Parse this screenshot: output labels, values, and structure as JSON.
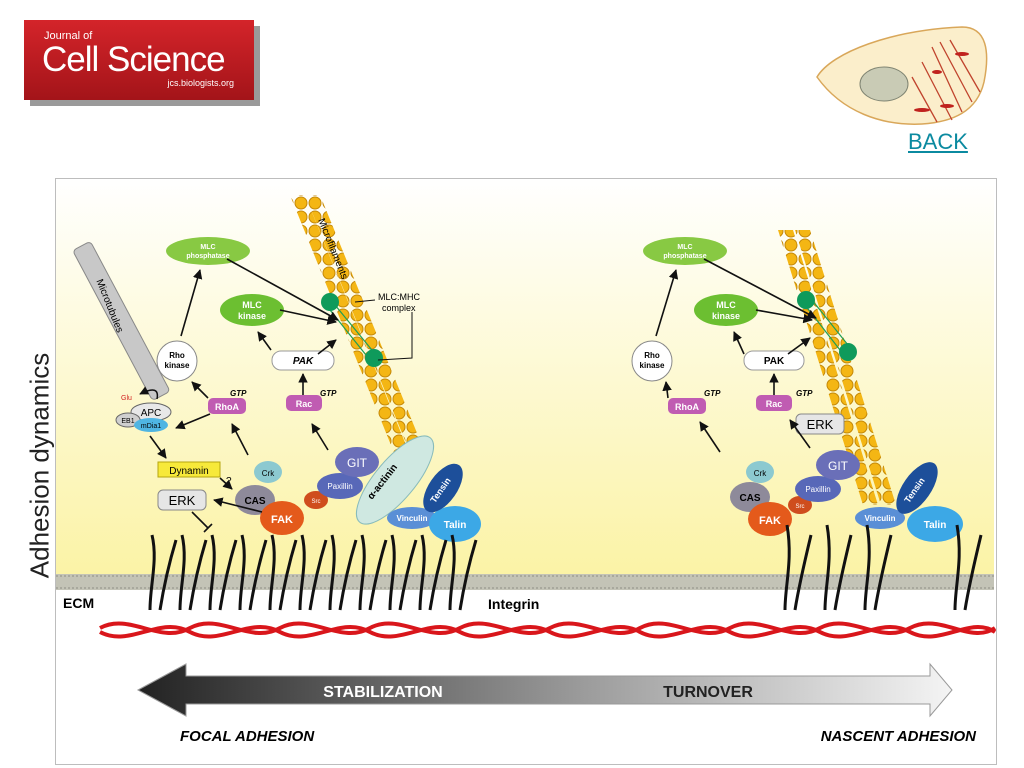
{
  "header": {
    "logo": {
      "journal_of": "Journal of",
      "name": "Cell Science",
      "url": "jcs.biologists.org"
    },
    "back_link": "BACK"
  },
  "diagram": {
    "y_axis_label": "Adhesion dynamics",
    "labels": {
      "microtubules": "Microtubules",
      "microfilaments": "Microfilaments",
      "mlc_mhc_1": "MLC:MHC",
      "mlc_mhc_2": "complex",
      "ecm": "ECM",
      "integrin": "Integrin",
      "glu": "Glu",
      "apc": "APC",
      "eb1": "EB1",
      "mdia1": "mDia1",
      "question": "?",
      "gtp": "GTP"
    },
    "left": {
      "mlc_phosphatase_1": "MLC",
      "mlc_phosphatase_2": "phosphatase",
      "mlc_kinase_1": "MLC",
      "mlc_kinase_2": "kinase",
      "rho_kinase_1": "Rho",
      "rho_kinase_2": "kinase",
      "pak": "PAK",
      "rhoa": "RhoA",
      "rac": "Rac",
      "dynamin": "Dynamin",
      "erk": "ERK",
      "crk": "Crk",
      "cas": "CAS",
      "fak": "FAK",
      "src": "Src",
      "paxillin": "Paxillin",
      "git": "GIT",
      "actinin": "α-actinin",
      "vinculin": "Vinculin",
      "talin": "Talin",
      "tensin": "Tensin"
    },
    "right": {
      "mlc_phosphatase_1": "MLC",
      "mlc_phosphatase_2": "phosphatase",
      "mlc_kinase_1": "MLC",
      "mlc_kinase_2": "kinase",
      "rho_kinase_1": "Rho",
      "rho_kinase_2": "kinase",
      "pak": "PAK",
      "rhoa": "RhoA",
      "rac": "Rac",
      "erk": "ERK",
      "crk": "Crk",
      "cas": "CAS",
      "fak": "FAK",
      "src": "Src",
      "paxillin": "Paxillin",
      "git": "GIT",
      "vinculin": "Vinculin",
      "talin": "Talin",
      "tensin": "Tensin"
    },
    "arrow": {
      "stabilization": "STABILIZATION",
      "turnover": "TURNOVER"
    },
    "bottom": {
      "focal": "FOCAL ADHESION",
      "nascent": "NASCENT ADHESION"
    }
  }
}
